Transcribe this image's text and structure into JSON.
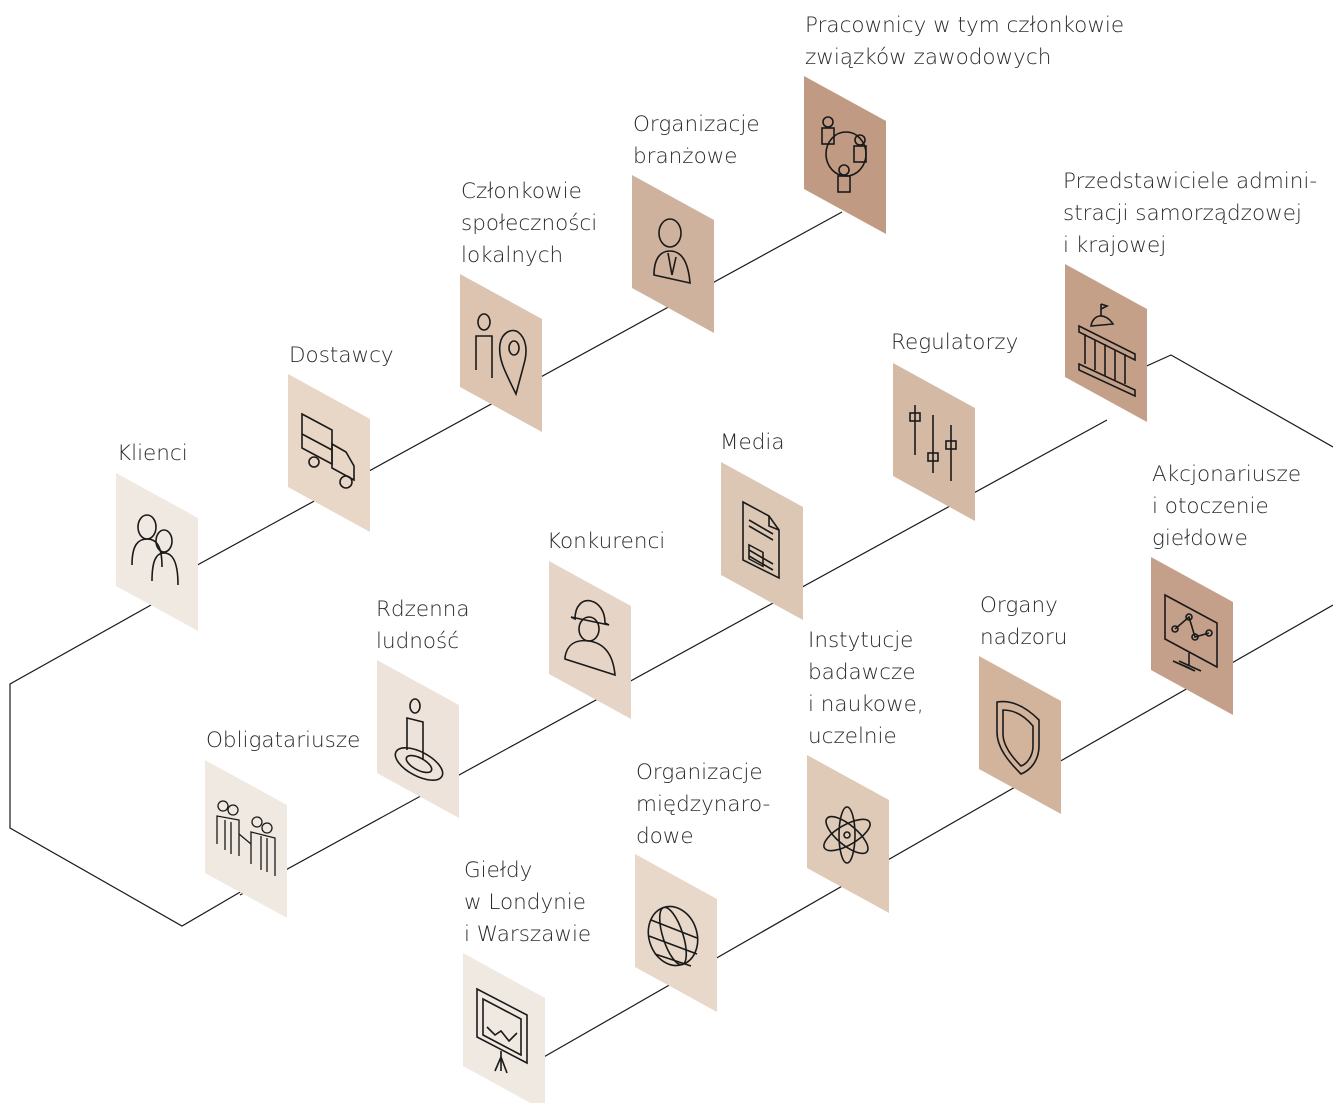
{
  "stakeholders": {
    "klienci": {
      "lines": [
        "Klienci"
      ],
      "color": "#f0e9e2",
      "icon": "people-icon"
    },
    "dostawcy": {
      "lines": [
        "Dostawcy"
      ],
      "color": "#e8d6c7",
      "icon": "truck-icon"
    },
    "czlonkowie": {
      "lines": [
        "Członkowie",
        "społeczności",
        "lokalnych"
      ],
      "color": "#dcc4b1",
      "icon": "person-location-icon"
    },
    "organizacje_branzowe": {
      "lines": [
        "Organizacje",
        "branżowe"
      ],
      "color": "#ceb29d",
      "icon": "businessman-icon"
    },
    "pracownicy": {
      "lines": [
        "Pracownicy w tym członkowie",
        "związków zawodowych"
      ],
      "color": "#c09a82",
      "icon": "network-people-icon"
    },
    "obligatariusze": {
      "lines": [
        "Obligatariusze"
      ],
      "color": "#f0e9e2",
      "icon": "handshake-group-icon"
    },
    "rdzenna": {
      "lines": [
        "Rdzenna",
        "ludność"
      ],
      "color": "#ede3da",
      "icon": "person-target-icon"
    },
    "konkurenci": {
      "lines": [
        "Konkurenci"
      ],
      "color": "#e6d5c6",
      "icon": "worker-helmet-icon"
    },
    "media": {
      "lines": [
        "Media"
      ],
      "color": "#dcc7b5",
      "icon": "document-icon"
    },
    "regulatorzy": {
      "lines": [
        "Regulatorzy"
      ],
      "color": "#d4b9a4",
      "icon": "sliders-icon"
    },
    "przedstawiciele": {
      "lines": [
        "Przedstawiciele admini-",
        "stracji samorządzowej",
        "i krajowej"
      ],
      "color": "#c5a088",
      "icon": "government-building-icon"
    },
    "gieldy": {
      "lines": [
        "Giełdy",
        "w Londynie",
        "i Warszawie"
      ],
      "color": "#f0e9e2",
      "icon": "presentation-chart-icon"
    },
    "organizacje_miedzynarodowe": {
      "lines": [
        "Organizacje",
        "międzynaro-",
        "dowe"
      ],
      "color": "#e8d8ca",
      "icon": "globe-icon"
    },
    "instytucje": {
      "lines": [
        "Instytucje",
        "badawcze",
        "i naukowe,",
        "uczelnie"
      ],
      "color": "#dfcab8",
      "icon": "atom-icon"
    },
    "organy": {
      "lines": [
        "Organy",
        "nadzoru"
      ],
      "color": "#d2b49d",
      "icon": "shield-icon"
    },
    "akcjonariusze": {
      "lines": [
        "Akcjonariusze",
        "i otoczenie",
        "giełdowe"
      ],
      "color": "#c4a08a",
      "icon": "monitor-chart-icon"
    }
  }
}
